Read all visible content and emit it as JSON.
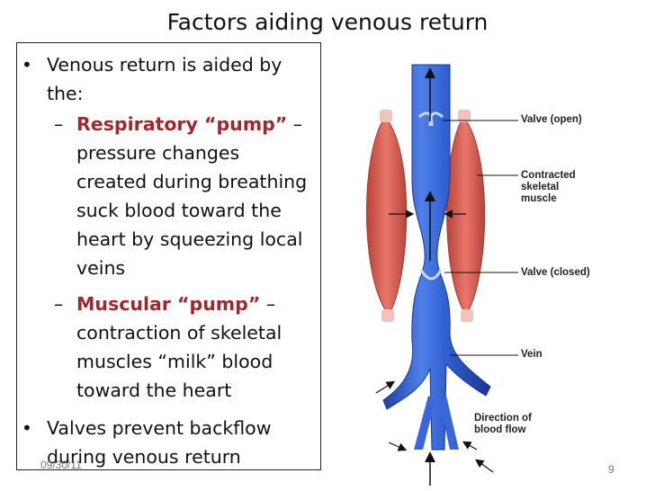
{
  "slide": {
    "title": "Factors aiding venous return",
    "bullet1": "Venous return is aided by the:",
    "sub1_label": "Respiratory “pump”",
    "sub1_text": "pressure changes created during breathing suck blood toward the heart by squeezing local veins",
    "sub2_label": "Muscular “pump”",
    "sub2_text": "contraction of skeletal muscles “milk” blood toward the heart",
    "bullet2": "Valves prevent backflow during venous return",
    "date": "09/30/11",
    "page_number": "9"
  },
  "figure": {
    "labels": {
      "valve_open": "Valve (open)",
      "contracted_muscle": "Contracted skeletal muscle",
      "valve_closed": "Valve (closed)",
      "vein": "Vein",
      "direction": "Direction of blood flow"
    }
  },
  "colors": {
    "highlight": "#a0282c",
    "vein": "#2f5fd0",
    "muscle": "#d9655a"
  }
}
